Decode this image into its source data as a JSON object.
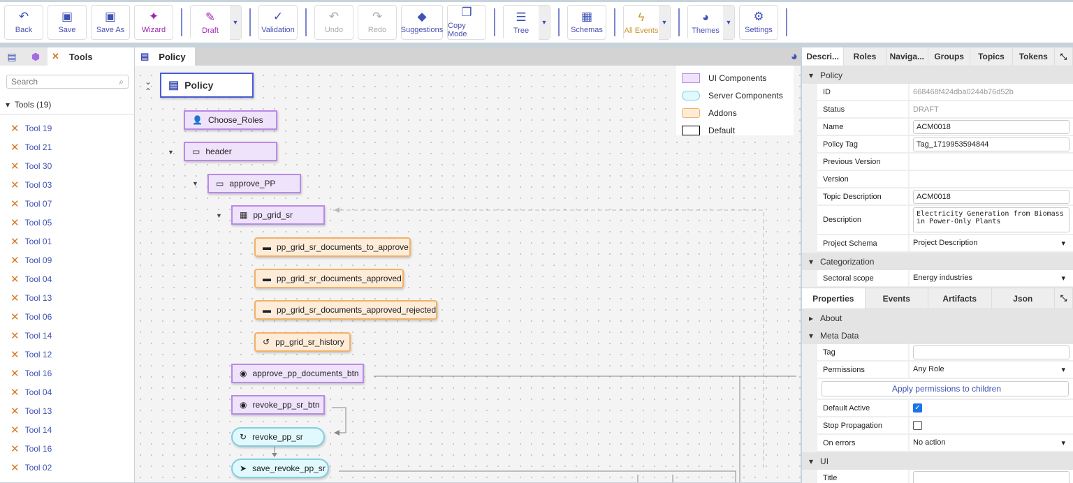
{
  "toolbar": {
    "back": "Back",
    "save": "Save",
    "save_as": "Save As",
    "wizard": "Wizard",
    "draft": "Draft",
    "validation": "Validation",
    "undo": "Undo",
    "redo": "Redo",
    "suggestions": "Suggestions",
    "copy_mode": "Copy Mode",
    "tree": "Tree",
    "schemas": "Schemas",
    "all_events": "All Events",
    "themes": "Themes",
    "settings": "Settings"
  },
  "left": {
    "tab": "Tools",
    "search_placeholder": "Search",
    "group": "Tools (19)",
    "tools": [
      "Tool 19",
      "Tool 21",
      "Tool 30",
      "Tool 03",
      "Tool 07",
      "Tool 05",
      "Tool 01",
      "Tool 09",
      "Tool 04",
      "Tool 13",
      "Tool 06",
      "Tool 14",
      "Tool 12",
      "Tool 16",
      "Tool 04",
      "Tool 13",
      "Tool 14",
      "Tool 16",
      "Tool 02"
    ]
  },
  "canvas": {
    "tab": "Policy",
    "root": "Policy",
    "nodes": [
      "Choose_Roles",
      "header",
      "approve_PP",
      "pp_grid_sr",
      "pp_grid_sr_documents_to_approve",
      "pp_grid_sr_documents_approved",
      "pp_grid_sr_documents_approved_rejected",
      "pp_grid_sr_history",
      "approve_pp_documents_btn",
      "revoke_pp_sr_btn",
      "revoke_pp_sr",
      "save_revoke_pp_sr"
    ],
    "legend": [
      "UI Components",
      "Server Components",
      "Addons",
      "Default"
    ]
  },
  "right": {
    "tabs": [
      "Descri...",
      "Roles",
      "Naviga...",
      "Groups",
      "Topics",
      "Tokens"
    ],
    "policy_section": "Policy",
    "fields": {
      "id_label": "ID",
      "id": "668468f424dba0244b76d52b",
      "status_label": "Status",
      "status": "DRAFT",
      "name_label": "Name",
      "name": "ACM0018",
      "tag_label": "Policy Tag",
      "tag": "Tag_1719953594844",
      "prev_label": "Previous Version",
      "version_label": "Version",
      "topic_label": "Topic Description",
      "topic": "ACM0018",
      "desc_label": "Description",
      "desc": "Electricity Generation from Biomass in Power-Only Plants",
      "schema_label": "Project Schema",
      "schema": "Project Description"
    },
    "categorization": "Categorization",
    "sectoral_label": "Sectoral scope",
    "sectoral": "Energy industries",
    "tabs2": [
      "Properties",
      "Events",
      "Artifacts",
      "Json"
    ],
    "about": "About",
    "meta": "Meta Data",
    "tag_label": "Tag",
    "perm_label": "Permissions",
    "perm": "Any Role",
    "apply": "Apply permissions to children",
    "default_active": "Default Active",
    "stop_prop": "Stop Propagation",
    "on_errors": "On errors",
    "on_errors_val": "No action",
    "ui": "UI",
    "title_label": "Title"
  }
}
